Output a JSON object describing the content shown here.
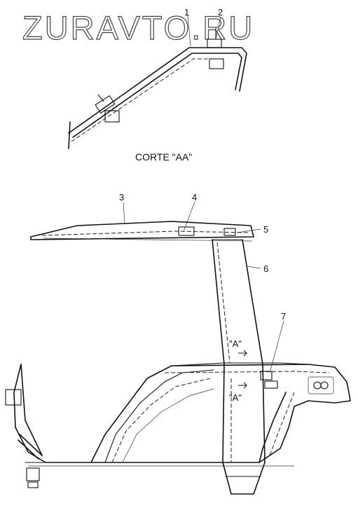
{
  "watermark": "ZURAVTO.RU",
  "section_title": "CORTE \"AA\"",
  "callouts": [
    "1",
    "2",
    "3",
    "4",
    "5",
    "6",
    "7"
  ],
  "section_marks": {
    "top": "\"A\"",
    "bottom": "\"A\""
  }
}
